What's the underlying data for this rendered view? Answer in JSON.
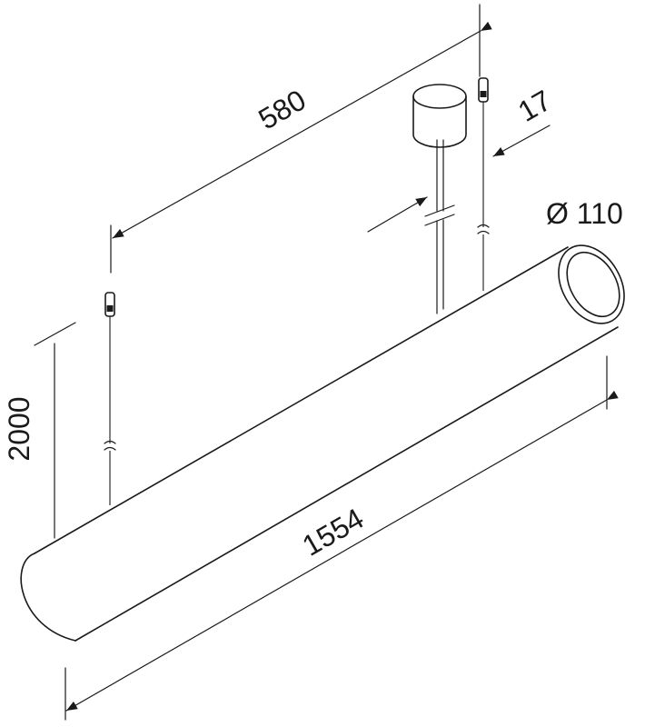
{
  "dimensions": {
    "spacing": "580",
    "offset": "17",
    "diameter": "Ø 110",
    "height": "2000",
    "length": "1554"
  }
}
